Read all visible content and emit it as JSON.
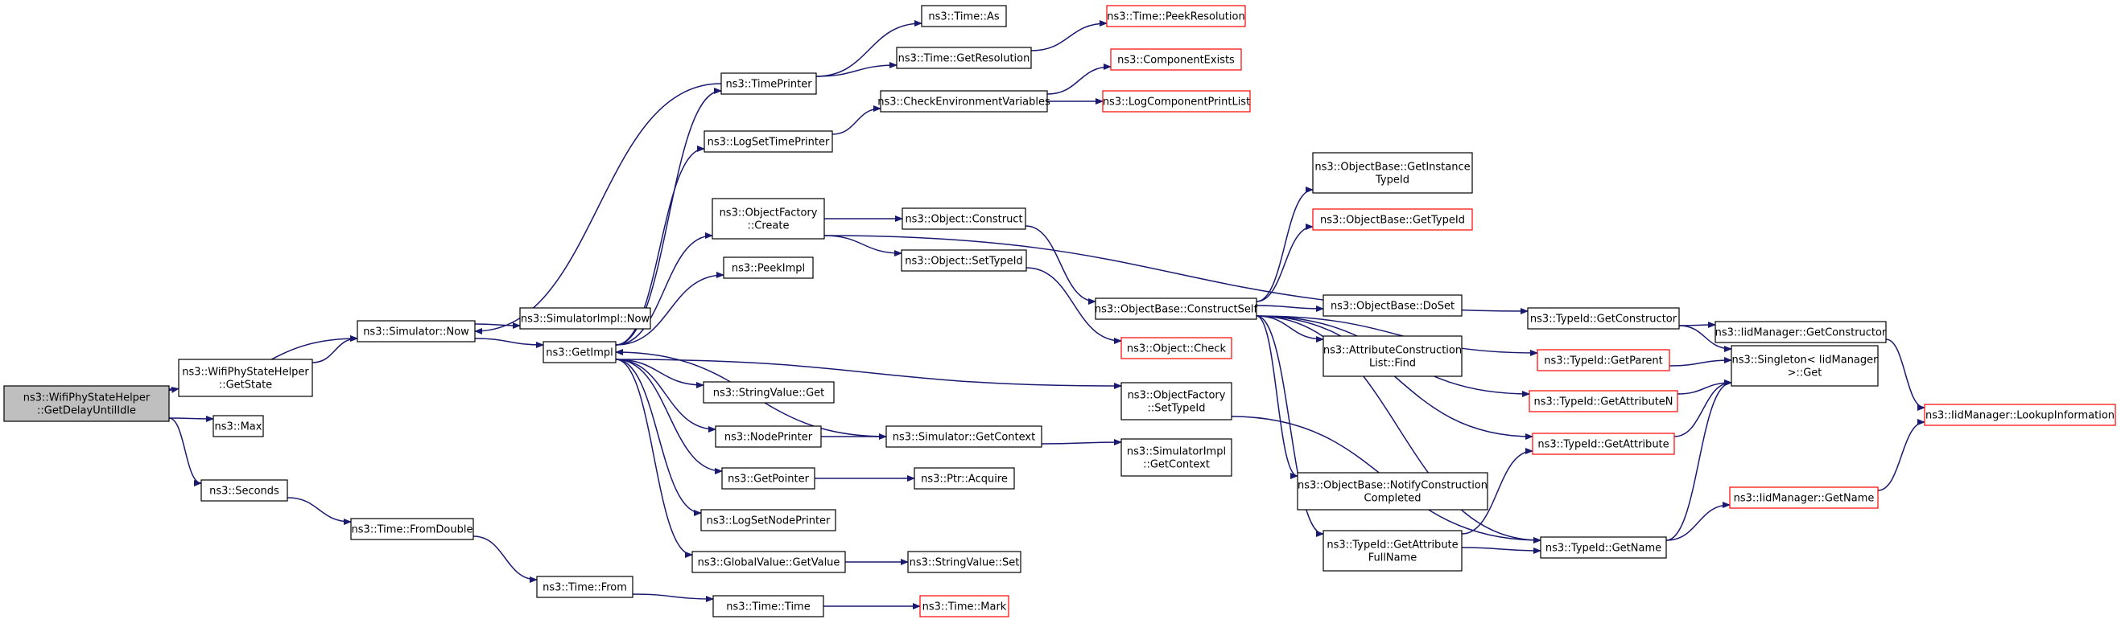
{
  "colors": {
    "edge": "#191970",
    "node_border": "#000000",
    "node_border_truncated": "#ff0000",
    "node_fill": "#ffffff",
    "root_fill": "#bfbfbf",
    "text": "#000000"
  },
  "nodes": [
    {
      "id": "root",
      "lines": [
        "ns3::WifiPhyStateHelper",
        "::GetDelayUntilIdle"
      ],
      "root": true
    },
    {
      "id": "sim_now",
      "lines": [
        "ns3::Simulator::Now"
      ]
    },
    {
      "id": "wifi_getstate",
      "lines": [
        "ns3::WifiPhyStateHelper",
        "::GetState"
      ]
    },
    {
      "id": "max",
      "lines": [
        "ns3::Max"
      ]
    },
    {
      "id": "seconds",
      "lines": [
        "ns3::Seconds"
      ]
    },
    {
      "id": "simimpl_now",
      "lines": [
        "ns3::SimulatorImpl::Now"
      ]
    },
    {
      "id": "getimpl",
      "lines": [
        "ns3::GetImpl"
      ]
    },
    {
      "id": "time_fromdouble",
      "lines": [
        "ns3::Time::FromDouble"
      ]
    },
    {
      "id": "time_from",
      "lines": [
        "ns3::Time::From"
      ]
    },
    {
      "id": "timeprinter",
      "lines": [
        "ns3::TimePrinter"
      ]
    },
    {
      "id": "logsettimeprinter",
      "lines": [
        "ns3::LogSetTimePrinter"
      ]
    },
    {
      "id": "objfactory_create",
      "lines": [
        "ns3::ObjectFactory",
        "::Create"
      ]
    },
    {
      "id": "peekimpl",
      "lines": [
        "ns3::PeekImpl"
      ]
    },
    {
      "id": "stringvalue_get",
      "lines": [
        "ns3::StringValue::Get"
      ]
    },
    {
      "id": "nodeprinter",
      "lines": [
        "ns3::NodePrinter"
      ]
    },
    {
      "id": "getpointer",
      "lines": [
        "ns3::GetPointer"
      ]
    },
    {
      "id": "logsetnodeprinter",
      "lines": [
        "ns3::LogSetNodePrinter"
      ]
    },
    {
      "id": "globalvalue_getvalue",
      "lines": [
        "ns3::GlobalValue::GetValue"
      ]
    },
    {
      "id": "time_time",
      "lines": [
        "ns3::Time::Time"
      ]
    },
    {
      "id": "time_as",
      "lines": [
        "ns3::Time::As"
      ]
    },
    {
      "id": "time_getresolution",
      "lines": [
        "ns3::Time::GetResolution"
      ]
    },
    {
      "id": "checkenv",
      "lines": [
        "ns3::CheckEnvironmentVariables"
      ]
    },
    {
      "id": "object_construct",
      "lines": [
        "ns3::Object::Construct"
      ]
    },
    {
      "id": "object_settypeid",
      "lines": [
        "ns3::Object::SetTypeId"
      ]
    },
    {
      "id": "sim_getcontext",
      "lines": [
        "ns3::Simulator::GetContext"
      ]
    },
    {
      "id": "ptr_acquire",
      "lines": [
        "ns3::Ptr::Acquire"
      ]
    },
    {
      "id": "stringvalue_set",
      "lines": [
        "ns3::StringValue::Set"
      ]
    },
    {
      "id": "time_mark",
      "lines": [
        "ns3::Time::Mark"
      ],
      "truncated": true
    },
    {
      "id": "time_peekresolution",
      "lines": [
        "ns3::Time::PeekResolution"
      ],
      "truncated": true
    },
    {
      "id": "componentexists",
      "lines": [
        "ns3::ComponentExists"
      ],
      "truncated": true
    },
    {
      "id": "logcomponentprintlist",
      "lines": [
        "ns3::LogComponentPrintList"
      ],
      "truncated": true
    },
    {
      "id": "objbase_constructself",
      "lines": [
        "ns3::ObjectBase::ConstructSelf"
      ]
    },
    {
      "id": "object_check",
      "lines": [
        "ns3::Object::Check"
      ],
      "truncated": true
    },
    {
      "id": "objfactory_settypeid",
      "lines": [
        "ns3::ObjectFactory",
        "::SetTypeId"
      ]
    },
    {
      "id": "simimpl_getcontext",
      "lines": [
        "ns3::SimulatorImpl",
        "::GetContext"
      ]
    },
    {
      "id": "objbase_getinstancetypeid",
      "lines": [
        "ns3::ObjectBase::GetInstance",
        "TypeId"
      ]
    },
    {
      "id": "objbase_gettypeid",
      "lines": [
        "ns3::ObjectBase::GetTypeId"
      ],
      "truncated": true
    },
    {
      "id": "objbase_doset",
      "lines": [
        "ns3::ObjectBase::DoSet"
      ]
    },
    {
      "id": "attrconstructionlist_find",
      "lines": [
        "ns3::AttributeConstruction",
        "List::Find"
      ]
    },
    {
      "id": "objbase_notifyconstructioncompleted",
      "lines": [
        "ns3::ObjectBase::NotifyConstruction",
        "Completed"
      ]
    },
    {
      "id": "typeid_getattributefullname",
      "lines": [
        "ns3::TypeId::GetAttribute",
        "FullName"
      ]
    },
    {
      "id": "typeid_getconstructor",
      "lines": [
        "ns3::TypeId::GetConstructor"
      ]
    },
    {
      "id": "typeid_getparent",
      "lines": [
        "ns3::TypeId::GetParent"
      ],
      "truncated": true
    },
    {
      "id": "typeid_getattributen",
      "lines": [
        "ns3::TypeId::GetAttributeN"
      ],
      "truncated": true
    },
    {
      "id": "typeid_getattribute",
      "lines": [
        "ns3::TypeId::GetAttribute"
      ],
      "truncated": true
    },
    {
      "id": "typeid_getname",
      "lines": [
        "ns3::TypeId::GetName"
      ]
    },
    {
      "id": "iidmanager_getconstructor",
      "lines": [
        "ns3::IidManager::GetConstructor"
      ]
    },
    {
      "id": "singleton_get",
      "lines": [
        "ns3::Singleton< IidManager",
        ">::Get"
      ]
    },
    {
      "id": "iidmanager_getname",
      "lines": [
        "ns3::IidManager::GetName"
      ],
      "truncated": true
    },
    {
      "id": "iidmanager_lookupinformation",
      "lines": [
        "ns3::IidManager::LookupInformation"
      ],
      "truncated": true
    }
  ],
  "edges": [
    [
      "root",
      "sim_now"
    ],
    [
      "root",
      "wifi_getstate"
    ],
    [
      "root",
      "max"
    ],
    [
      "root",
      "seconds"
    ],
    [
      "wifi_getstate",
      "sim_now"
    ],
    [
      "sim_now",
      "simimpl_now"
    ],
    [
      "sim_now",
      "getimpl"
    ],
    [
      "seconds",
      "time_fromdouble"
    ],
    [
      "time_fromdouble",
      "time_from"
    ],
    [
      "time_from",
      "time_time"
    ],
    [
      "timeprinter",
      "sim_now"
    ],
    [
      "getimpl",
      "timeprinter"
    ],
    [
      "getimpl",
      "logsettimeprinter"
    ],
    [
      "getimpl",
      "objfactory_create"
    ],
    [
      "getimpl",
      "peekimpl"
    ],
    [
      "getimpl",
      "stringvalue_get"
    ],
    [
      "getimpl",
      "nodeprinter"
    ],
    [
      "getimpl",
      "getpointer"
    ],
    [
      "getimpl",
      "logsetnodeprinter"
    ],
    [
      "getimpl",
      "globalvalue_getvalue"
    ],
    [
      "getimpl",
      "objfactory_settypeid"
    ],
    [
      "sim_getcontext",
      "getimpl"
    ],
    [
      "timeprinter",
      "time_as"
    ],
    [
      "timeprinter",
      "time_getresolution"
    ],
    [
      "time_getresolution",
      "time_peekresolution"
    ],
    [
      "logsettimeprinter",
      "checkenv"
    ],
    [
      "checkenv",
      "componentexists"
    ],
    [
      "checkenv",
      "logcomponentprintlist"
    ],
    [
      "objfactory_create",
      "object_construct"
    ],
    [
      "objfactory_create",
      "object_settypeid"
    ],
    [
      "objfactory_create",
      "typeid_getconstructor"
    ],
    [
      "object_construct",
      "objbase_constructself"
    ],
    [
      "object_settypeid",
      "object_check"
    ],
    [
      "nodeprinter",
      "sim_getcontext"
    ],
    [
      "sim_getcontext",
      "simimpl_getcontext"
    ],
    [
      "getpointer",
      "ptr_acquire"
    ],
    [
      "globalvalue_getvalue",
      "stringvalue_set"
    ],
    [
      "time_time",
      "time_mark"
    ],
    [
      "objbase_constructself",
      "objbase_getinstancetypeid"
    ],
    [
      "objbase_constructself",
      "objbase_gettypeid"
    ],
    [
      "objbase_constructself",
      "objbase_doset"
    ],
    [
      "objbase_constructself",
      "attrconstructionlist_find"
    ],
    [
      "objbase_constructself",
      "objbase_notifyconstructioncompleted"
    ],
    [
      "objbase_constructself",
      "typeid_getattributefullname"
    ],
    [
      "objbase_constructself",
      "typeid_getparent"
    ],
    [
      "objbase_constructself",
      "typeid_getattributen"
    ],
    [
      "objbase_constructself",
      "typeid_getattribute"
    ],
    [
      "objbase_constructself",
      "typeid_getname"
    ],
    [
      "objfactory_settypeid",
      "typeid_getname"
    ],
    [
      "typeid_getattributefullname",
      "typeid_getattribute"
    ],
    [
      "typeid_getattributefullname",
      "typeid_getname"
    ],
    [
      "typeid_getconstructor",
      "iidmanager_getconstructor"
    ],
    [
      "typeid_getconstructor",
      "singleton_get"
    ],
    [
      "typeid_getparent",
      "singleton_get"
    ],
    [
      "typeid_getattributen",
      "singleton_get"
    ],
    [
      "typeid_getattribute",
      "singleton_get"
    ],
    [
      "typeid_getname",
      "singleton_get"
    ],
    [
      "typeid_getname",
      "iidmanager_getname"
    ],
    [
      "iidmanager_getconstructor",
      "iidmanager_lookupinformation"
    ],
    [
      "iidmanager_getname",
      "iidmanager_lookupinformation"
    ]
  ]
}
